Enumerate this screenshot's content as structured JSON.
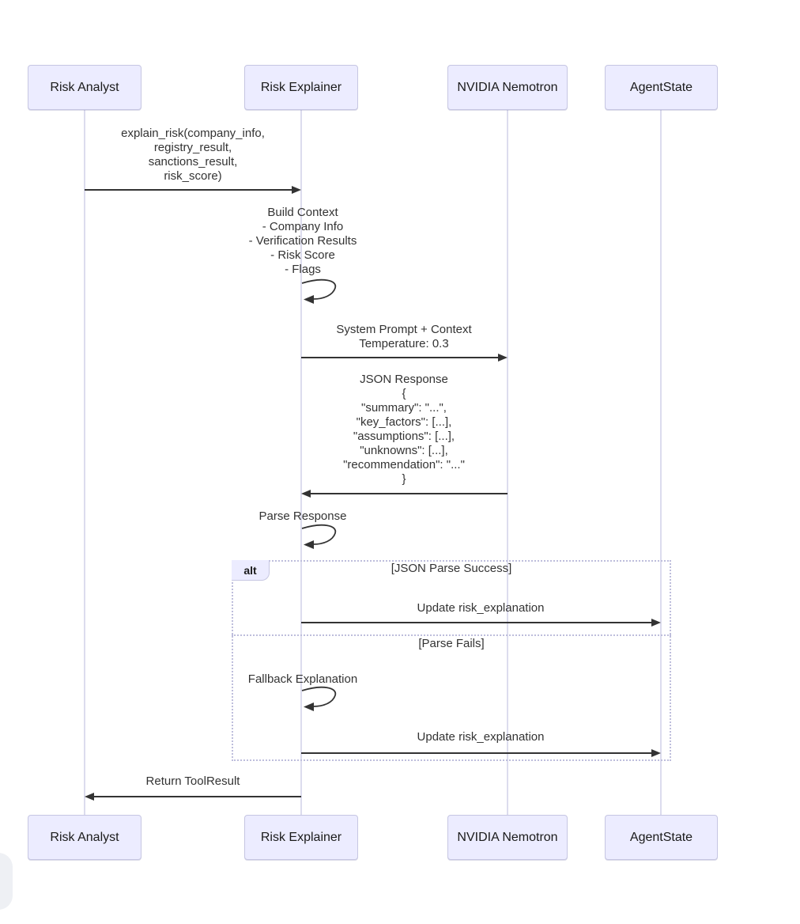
{
  "diagram": {
    "participants": [
      {
        "label": "Risk Analyst"
      },
      {
        "label": "Risk Explainer"
      },
      {
        "label": "NVIDIA Nemotron"
      },
      {
        "label": "AgentState"
      }
    ],
    "messages": {
      "explain_risk": {
        "lines": [
          "explain_risk(company_info,",
          "registry_result,",
          "sanctions_result,",
          "risk_score)"
        ]
      },
      "build_context": {
        "lines": [
          "Build Context",
          "- Company Info",
          "- Verification Results",
          "- Risk Score",
          "- Flags"
        ]
      },
      "system_prompt": {
        "lines": [
          "System Prompt + Context",
          "Temperature: 0.3"
        ]
      },
      "json_response": {
        "lines": [
          "JSON Response",
          "{",
          "\"summary\": \"...\",",
          "\"key_factors\": [...],",
          "\"assumptions\": [...],",
          "\"unknowns\": [...],",
          "\"recommendation\": \"...\"",
          "}"
        ]
      },
      "parse_response": {
        "label": "Parse Response"
      },
      "return_result": {
        "label": "Return ToolResult"
      }
    },
    "alt_block": {
      "label": "alt",
      "case_success": "[JSON Parse Success]",
      "update_success": "Update risk_explanation",
      "case_fail": "[Parse Fails]",
      "fallback": "Fallback Explanation",
      "update_fail": "Update risk_explanation"
    },
    "colors": {
      "actor_fill": "#ECECFF",
      "actor_border": "#C6C6E2",
      "lifeline": "#DCDCEE",
      "arrow": "#333333",
      "alt_border": "#BEBEDC",
      "text": "#333333",
      "background": "#FFFFFF"
    }
  }
}
